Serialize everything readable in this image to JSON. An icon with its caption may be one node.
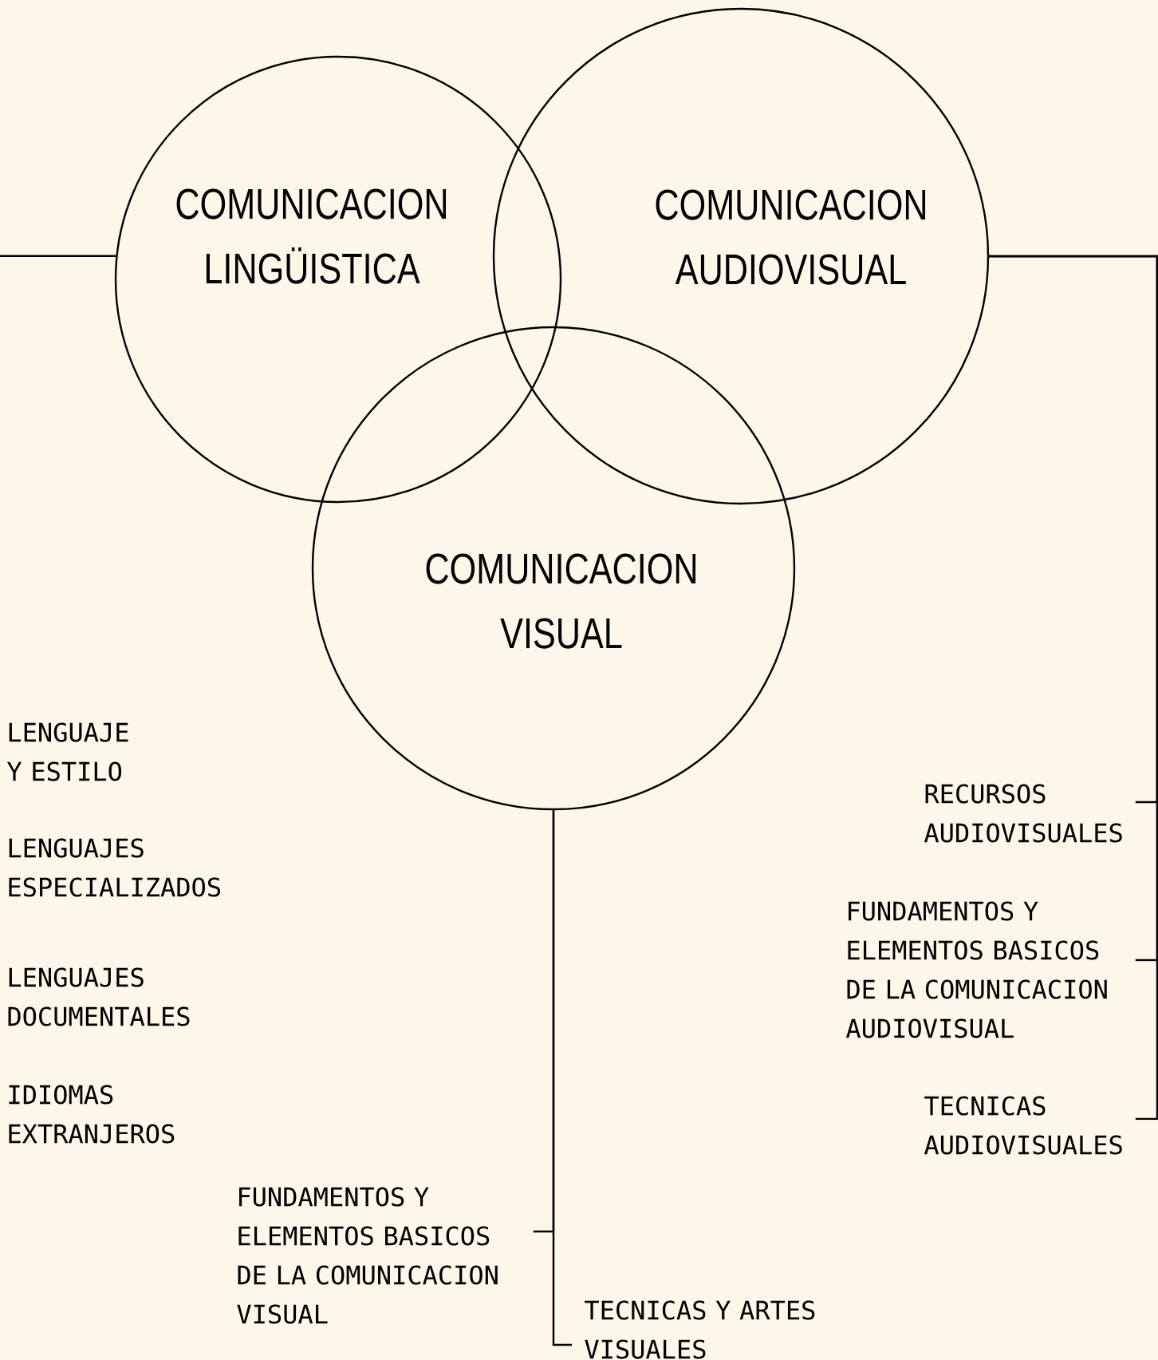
{
  "diagram": {
    "nodes": [
      {
        "text": [
          "COMUNICACION LINGÜISTICA"
        ]
      },
      {
        "text": [
          "COMUNICACION AUDIOVISUAL"
        ]
      },
      {
        "text": [
          "COMUNICACION VISUAL"
        ]
      },
      {
        "text": [
          "RECURSOS AUDIOVISUALES"
        ]
      },
      {
        "text": [
          "FUNDAMENTOS Y ELEMENTOS BASICOS DE LA COMUNICACION AUDIOVISUAL"
        ]
      },
      {
        "text": [
          "TECNICAS AUDIOVISUALES"
        ]
      },
      {
        "text": [
          "FUNDAMENTOS Y ELEMENTOS BASICOS DE LA COMUNICACION VISUAL"
        ]
      },
      {
        "text": [
          "TECNICAS Y ARTES VISUALES"
        ]
      }
    ],
    "edges": [
      {
        "from": 0,
        "to": null,
        "arrow": "none"
      },
      {
        "from": 1,
        "to": 3,
        "arrow": "none"
      },
      {
        "from": 1,
        "to": 4,
        "arrow": "none"
      },
      {
        "from": 1,
        "to": 5,
        "arrow": "none"
      },
      {
        "from": 2,
        "to": 6,
        "arrow": "none"
      },
      {
        "from": 2,
        "to": 7,
        "arrow": "none"
      }
    ],
    "labels": [
      "LENGUAJE Y ESTILO",
      "LENGUAJES ESPECIALIZADOS",
      "LENGUAJES DOCUMENTALES",
      "IDIOMAS EXTRANJEROS"
    ]
  }
}
